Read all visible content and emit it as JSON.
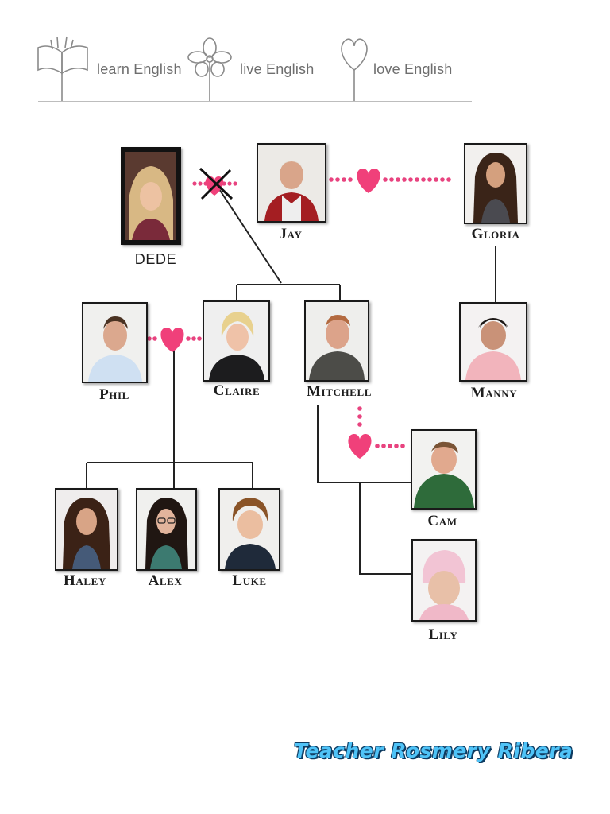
{
  "header": {
    "items": [
      {
        "icon": "book-icon",
        "label": "learn English"
      },
      {
        "icon": "flower-icon",
        "label": "live English"
      },
      {
        "icon": "heart-stem-icon",
        "label": "love English"
      }
    ]
  },
  "members": {
    "dede": "DEDE",
    "jay": "Jay",
    "gloria": "Gloria",
    "manny": "Manny",
    "phil": "Phil",
    "claire": "Claire",
    "mitchell": "Mitchell",
    "cam": "Cam",
    "haley": "Haley",
    "alex": "Alex",
    "luke": "Luke",
    "lily": "Lily"
  },
  "colors": {
    "heart": "#f0407a",
    "dots": "#e8437f",
    "line": "#222222",
    "credit": "#4fc3f7"
  },
  "credit": "Teacher Rosmery Ribera"
}
